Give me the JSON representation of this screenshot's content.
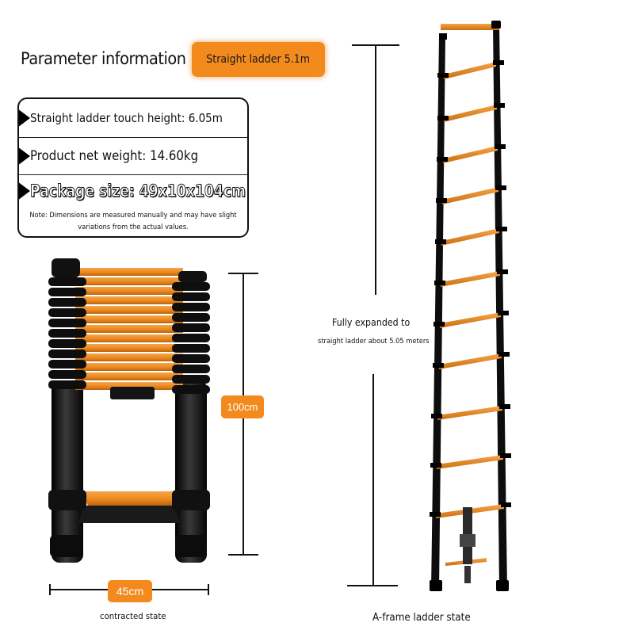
{
  "header": {
    "title": "Parameter information",
    "badge": "Straight ladder 5.1m"
  },
  "specs": {
    "touch_height": "Straight ladder touch height: 6.05m",
    "net_weight": "Product net weight: 14.60kg",
    "package_size": "Package size: 49x10x104cm",
    "note_line1": "Note: Dimensions are measured manually and may have slight",
    "note_line2": "variations from the actual values."
  },
  "contracted": {
    "height_label": "100cm",
    "width_label": "45cm",
    "caption": "contracted state"
  },
  "extended": {
    "caption_line1": "Fully expanded to",
    "caption_line2": "straight ladder about 5.05 meters",
    "state_caption": "A-frame ladder state"
  },
  "colors": {
    "accent": "#f28a1e",
    "ladder_black": "#0d0d0d",
    "rung_orange": "#e8891f"
  }
}
